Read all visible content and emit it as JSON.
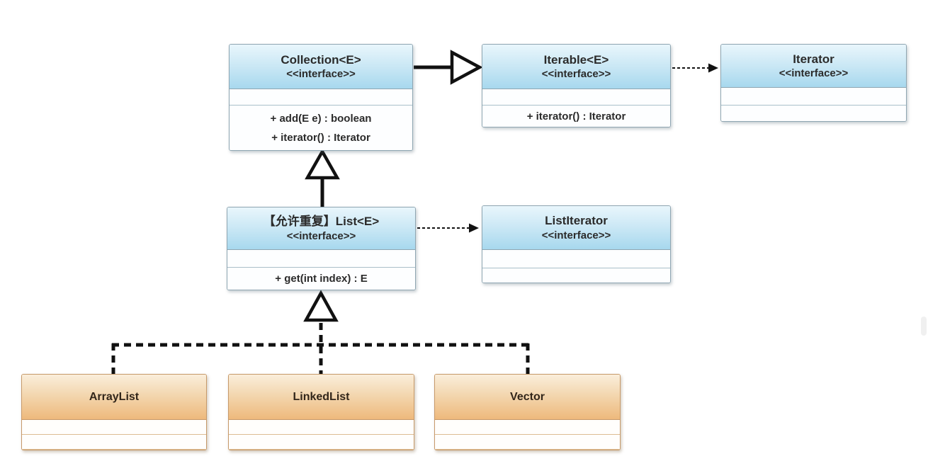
{
  "diagram": {
    "title": "Java List collection framework UML diagram",
    "classes": [
      {
        "id": "collection",
        "name": "Collection<E>",
        "stereotype": "<<interface>>",
        "theme": "interface-blue",
        "methods": [
          "+ add(E e) : boolean",
          "+ iterator() : Iterator"
        ]
      },
      {
        "id": "iterable",
        "name": "Iterable<E>",
        "stereotype": "<<interface>>",
        "theme": "interface-blue",
        "methods": [
          "+ iterator() : Iterator"
        ]
      },
      {
        "id": "iterator",
        "name": "Iterator",
        "stereotype": "<<interface>>",
        "theme": "interface-blue",
        "methods": []
      },
      {
        "id": "list",
        "name": "【允许重复】List<E>",
        "stereotype": "<<interface>>",
        "theme": "interface-blue",
        "methods": [
          "+ get(int index) : E"
        ]
      },
      {
        "id": "listiterator",
        "name": "ListIterator",
        "stereotype": "<<interface>>",
        "theme": "interface-blue",
        "methods": []
      },
      {
        "id": "arraylist",
        "name": "ArrayList",
        "stereotype": "",
        "theme": "class-orange",
        "methods": []
      },
      {
        "id": "linkedlist",
        "name": "LinkedList",
        "stereotype": "",
        "theme": "class-orange",
        "methods": []
      },
      {
        "id": "vector",
        "name": "Vector",
        "stereotype": "",
        "theme": "class-orange",
        "methods": []
      }
    ],
    "relations": [
      {
        "from": "Collection<E>",
        "to": "Iterable<E>",
        "type": "generalization",
        "style": "solid-line-hollow-triangle"
      },
      {
        "from": "Iterable<E>",
        "to": "Iterator",
        "type": "dependency",
        "style": "dashed-line-solid-arrow"
      },
      {
        "from": "List<E>",
        "to": "Collection<E>",
        "type": "generalization",
        "style": "solid-line-hollow-triangle"
      },
      {
        "from": "List<E>",
        "to": "ListIterator",
        "type": "dependency",
        "style": "dashed-line-solid-arrow"
      },
      {
        "from": "ArrayList",
        "to": "List<E>",
        "type": "realization",
        "style": "dashed-line-hollow-triangle"
      },
      {
        "from": "LinkedList",
        "to": "List<E>",
        "type": "realization",
        "style": "dashed-line-hollow-triangle"
      },
      {
        "from": "Vector",
        "to": "List<E>",
        "type": "realization",
        "style": "dashed-line-hollow-triangle"
      }
    ],
    "colors": {
      "interface_header_top": "#e9f6fc",
      "interface_header_bottom": "#a7d8ee",
      "interface_border": "#8fa6b2",
      "class_header_top": "#faeedb",
      "class_header_bottom": "#eeb97c",
      "class_border": "#c79a6a",
      "line": "#111111",
      "text": "#2b2b2b",
      "background": "#ffffff"
    }
  }
}
